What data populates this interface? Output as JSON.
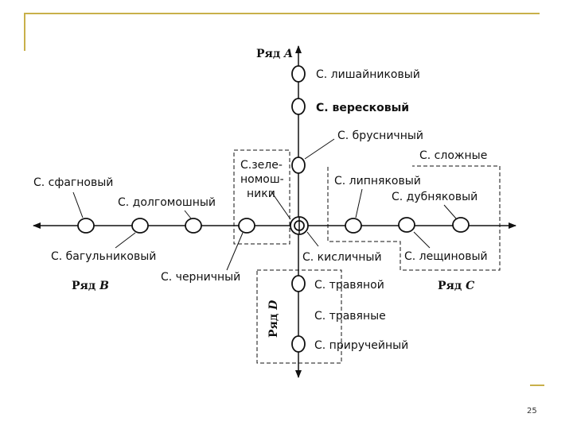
{
  "rows": {
    "a": {
      "word": "Ряд",
      "letter": "A"
    },
    "b": {
      "word": "Ряд",
      "letter": "B"
    },
    "c": {
      "word": "Ряд",
      "letter": "C"
    },
    "d": {
      "word": "Ряд",
      "letter": "D"
    }
  },
  "labels": {
    "lichen": "С. лишайниковый",
    "heather": "С. вересковый",
    "cowberry": "С. брусничный",
    "green_moss_1": "С.зеле-",
    "green_moss_2": "номош-",
    "green_moss_3": "ники",
    "complex": "С. сложные",
    "linden": "С. липняковый",
    "oak": "С. дубняковый",
    "sphagnum": "С. сфагновый",
    "long_moss": "С. долгомошный",
    "ledum": "С. багульниковый",
    "blueberry": "С. черничный",
    "oxalis": "С. кисличный",
    "hazel": "С. лещиновый",
    "grass": "С. травяной",
    "grasses": "С. травяные",
    "brook": "С. приручейный"
  },
  "page_number": "25",
  "colors": {
    "frame": "#c8b04a",
    "ink": "#111111"
  }
}
